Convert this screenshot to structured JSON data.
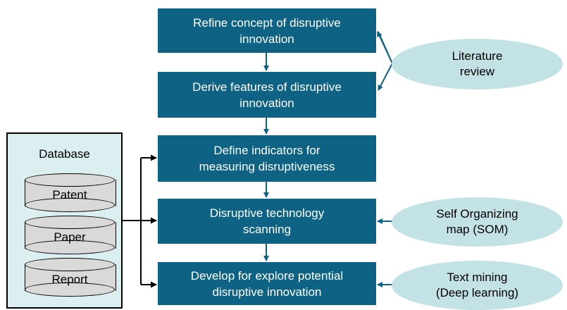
{
  "steps": [
    "Refine concept of disruptive\ninnovation",
    "Derive features of disruptive\ninnovation",
    "Define indicators for\nmeasuring disruptiveness",
    "Disruptive technology\nscanning",
    "Develop for explore potential\ndisruptive innovation"
  ],
  "methods": {
    "literature_review": "Literature\nreview",
    "som": "Self Organizing\nmap (SOM)",
    "text_mining": "Text mining\n(Deep learning)"
  },
  "database": {
    "title": "Database",
    "items": [
      "Patent",
      "Paper",
      "Report"
    ]
  },
  "colors": {
    "step_fill": "#0e6283",
    "ellipse_fill": "#c2e2e6",
    "panel_fill": "#dbeef0",
    "cylinder_fill": "#d9d9d9"
  }
}
